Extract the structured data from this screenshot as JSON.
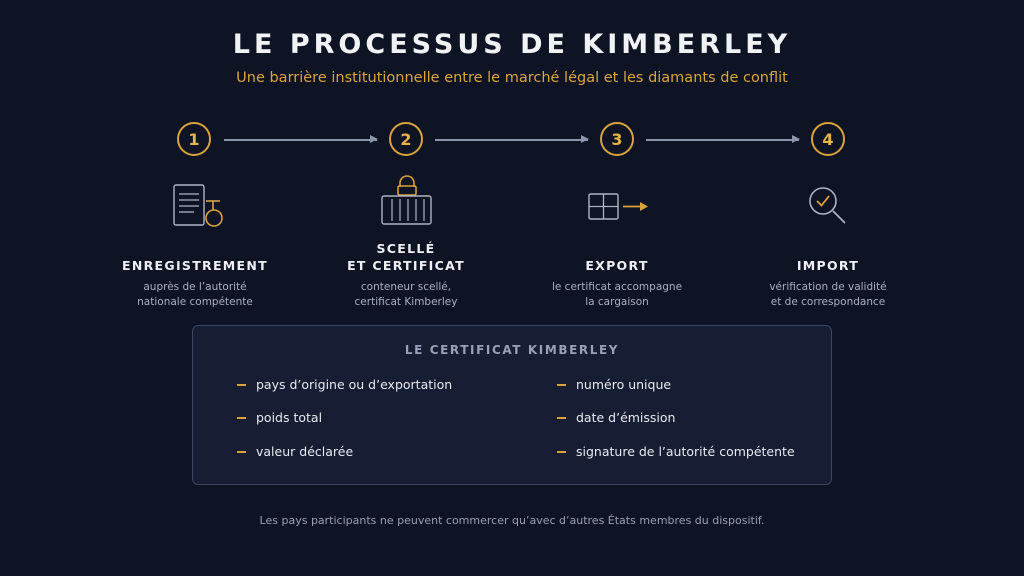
{
  "header": {
    "title": "LE PROCESSUS DE KIMBERLEY",
    "subtitle": "Une barrière institutionnelle entre le marché légal et les diamants de conflit"
  },
  "steps": [
    {
      "number": "1",
      "title": "ENREGISTREMENT",
      "desc_line1": "auprès de l’autorité",
      "desc_line2": "nationale compétente",
      "icon": "document-stamp-icon"
    },
    {
      "number": "2",
      "title_line1": "SCELLÉ",
      "title_line2": "ET CERTIFICAT",
      "desc_line1": "conteneur scellé,",
      "desc_line2": "certificat Kimberley",
      "icon": "sealed-container-icon"
    },
    {
      "number": "3",
      "title": "EXPORT",
      "desc_line1": "le certificat accompagne",
      "desc_line2": "la cargaison",
      "icon": "box-arrow-icon"
    },
    {
      "number": "4",
      "title": "IMPORT",
      "desc_line1": "vérification de validité",
      "desc_line2": "et de correspondance",
      "icon": "magnifier-check-icon"
    }
  ],
  "certificate": {
    "title": "LE CERTIFICAT KIMBERLEY",
    "left_items": [
      "pays d’origine ou d’exportation",
      "poids total",
      "valeur déclarée"
    ],
    "right_items": [
      "numéro unique",
      "date d’émission",
      "signature de l’autorité compétente"
    ]
  },
  "footer": "Les pays participants ne peuvent commercer qu’avec d’autres États membres du dispositif.",
  "colors": {
    "background": "#0e1424",
    "accent": "#d9a23d",
    "box_background": "#171d33",
    "text": "#eef0f5",
    "muted_text": "#aab0c0"
  }
}
